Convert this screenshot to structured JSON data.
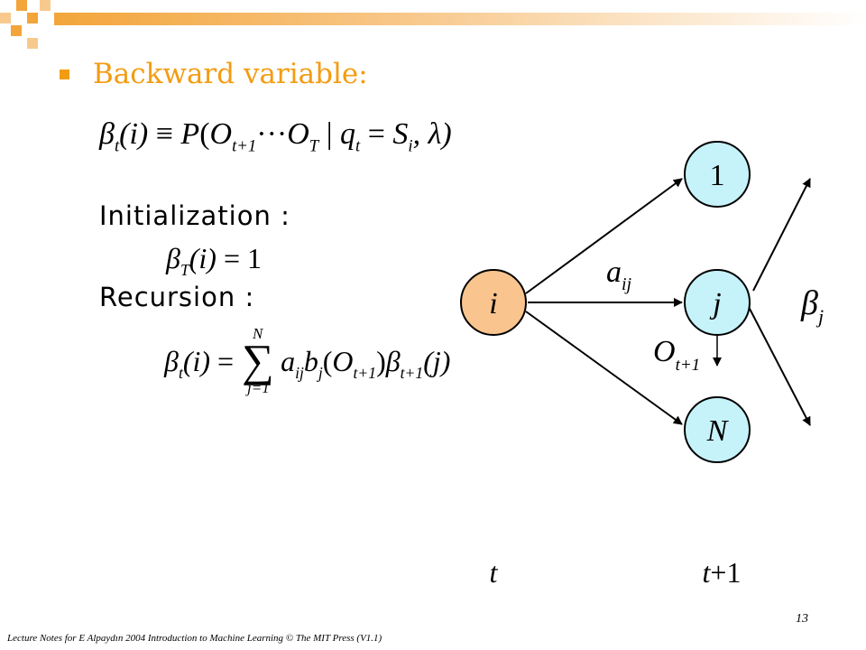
{
  "slide": {
    "title": "Backward variable:",
    "page_number": "13",
    "footer": "Lecture Notes for E Alpaydın 2004 Introduction to Machine Learning © The MIT Press (V1.1)"
  },
  "equations": {
    "definition": {
      "beta": "β",
      "t_sub": "t",
      "arg": "(i)",
      "equiv": " ≡ ",
      "P": "P",
      "open": "(",
      "O1": "O",
      "O1_sub": "t+1",
      "dots": "···",
      "O2": "O",
      "O2_sub": "T",
      "bar": " | ",
      "q": "q",
      "q_sub": "t",
      "eq": " = ",
      "S": "S",
      "S_sub": "i",
      "lambda": ", λ)"
    },
    "init_label": "Initialization :",
    "init": {
      "beta": "β",
      "T_sub": "T",
      "arg": "(i)",
      "rhs": " = 1"
    },
    "recursion_label": "Recursion :",
    "recursion": {
      "lhs_beta": "β",
      "lhs_sub": "t",
      "lhs_arg": "(i)",
      "eq": " = ",
      "sum": "∑",
      "sum_top": "N",
      "sum_bottom": "j=1",
      "a": "a",
      "a_sub": "ij",
      "b": "b",
      "b_sub": "j",
      "open": "(",
      "O": "O",
      "O_sub": "t+1",
      "close": ")",
      "beta2": "β",
      "beta2_sub": "t+1",
      "arg2": "(j)"
    }
  },
  "diagram": {
    "nodes": {
      "i": "i",
      "top": "1",
      "j": "j",
      "bottom": "N"
    },
    "edge_label": {
      "a": "a",
      "sub": "ij"
    },
    "obs_label": {
      "O": "O",
      "sub": "t+1"
    },
    "beta_label": {
      "beta": "β",
      "sub": "j"
    },
    "time_left": "t",
    "time_right": {
      "t": "t",
      "rest": "+1"
    },
    "colors": {
      "node_i": "#f9c48e",
      "node_other": "#c6f2f9",
      "accent": "#f39c12"
    }
  }
}
